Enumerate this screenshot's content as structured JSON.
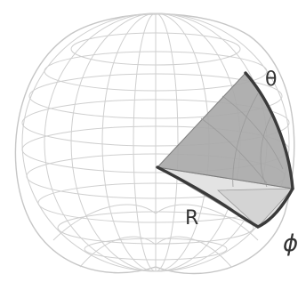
{
  "diagram": {
    "labels": {
      "theta": "θ",
      "radius": "R",
      "phi": "ϕ"
    },
    "colors": {
      "mesh": "#cfcfcf",
      "dark_sector": "#a9a9a9",
      "light_sector": "#e3e3e3",
      "arc": "#3a3a3a",
      "text": "#333333"
    }
  }
}
